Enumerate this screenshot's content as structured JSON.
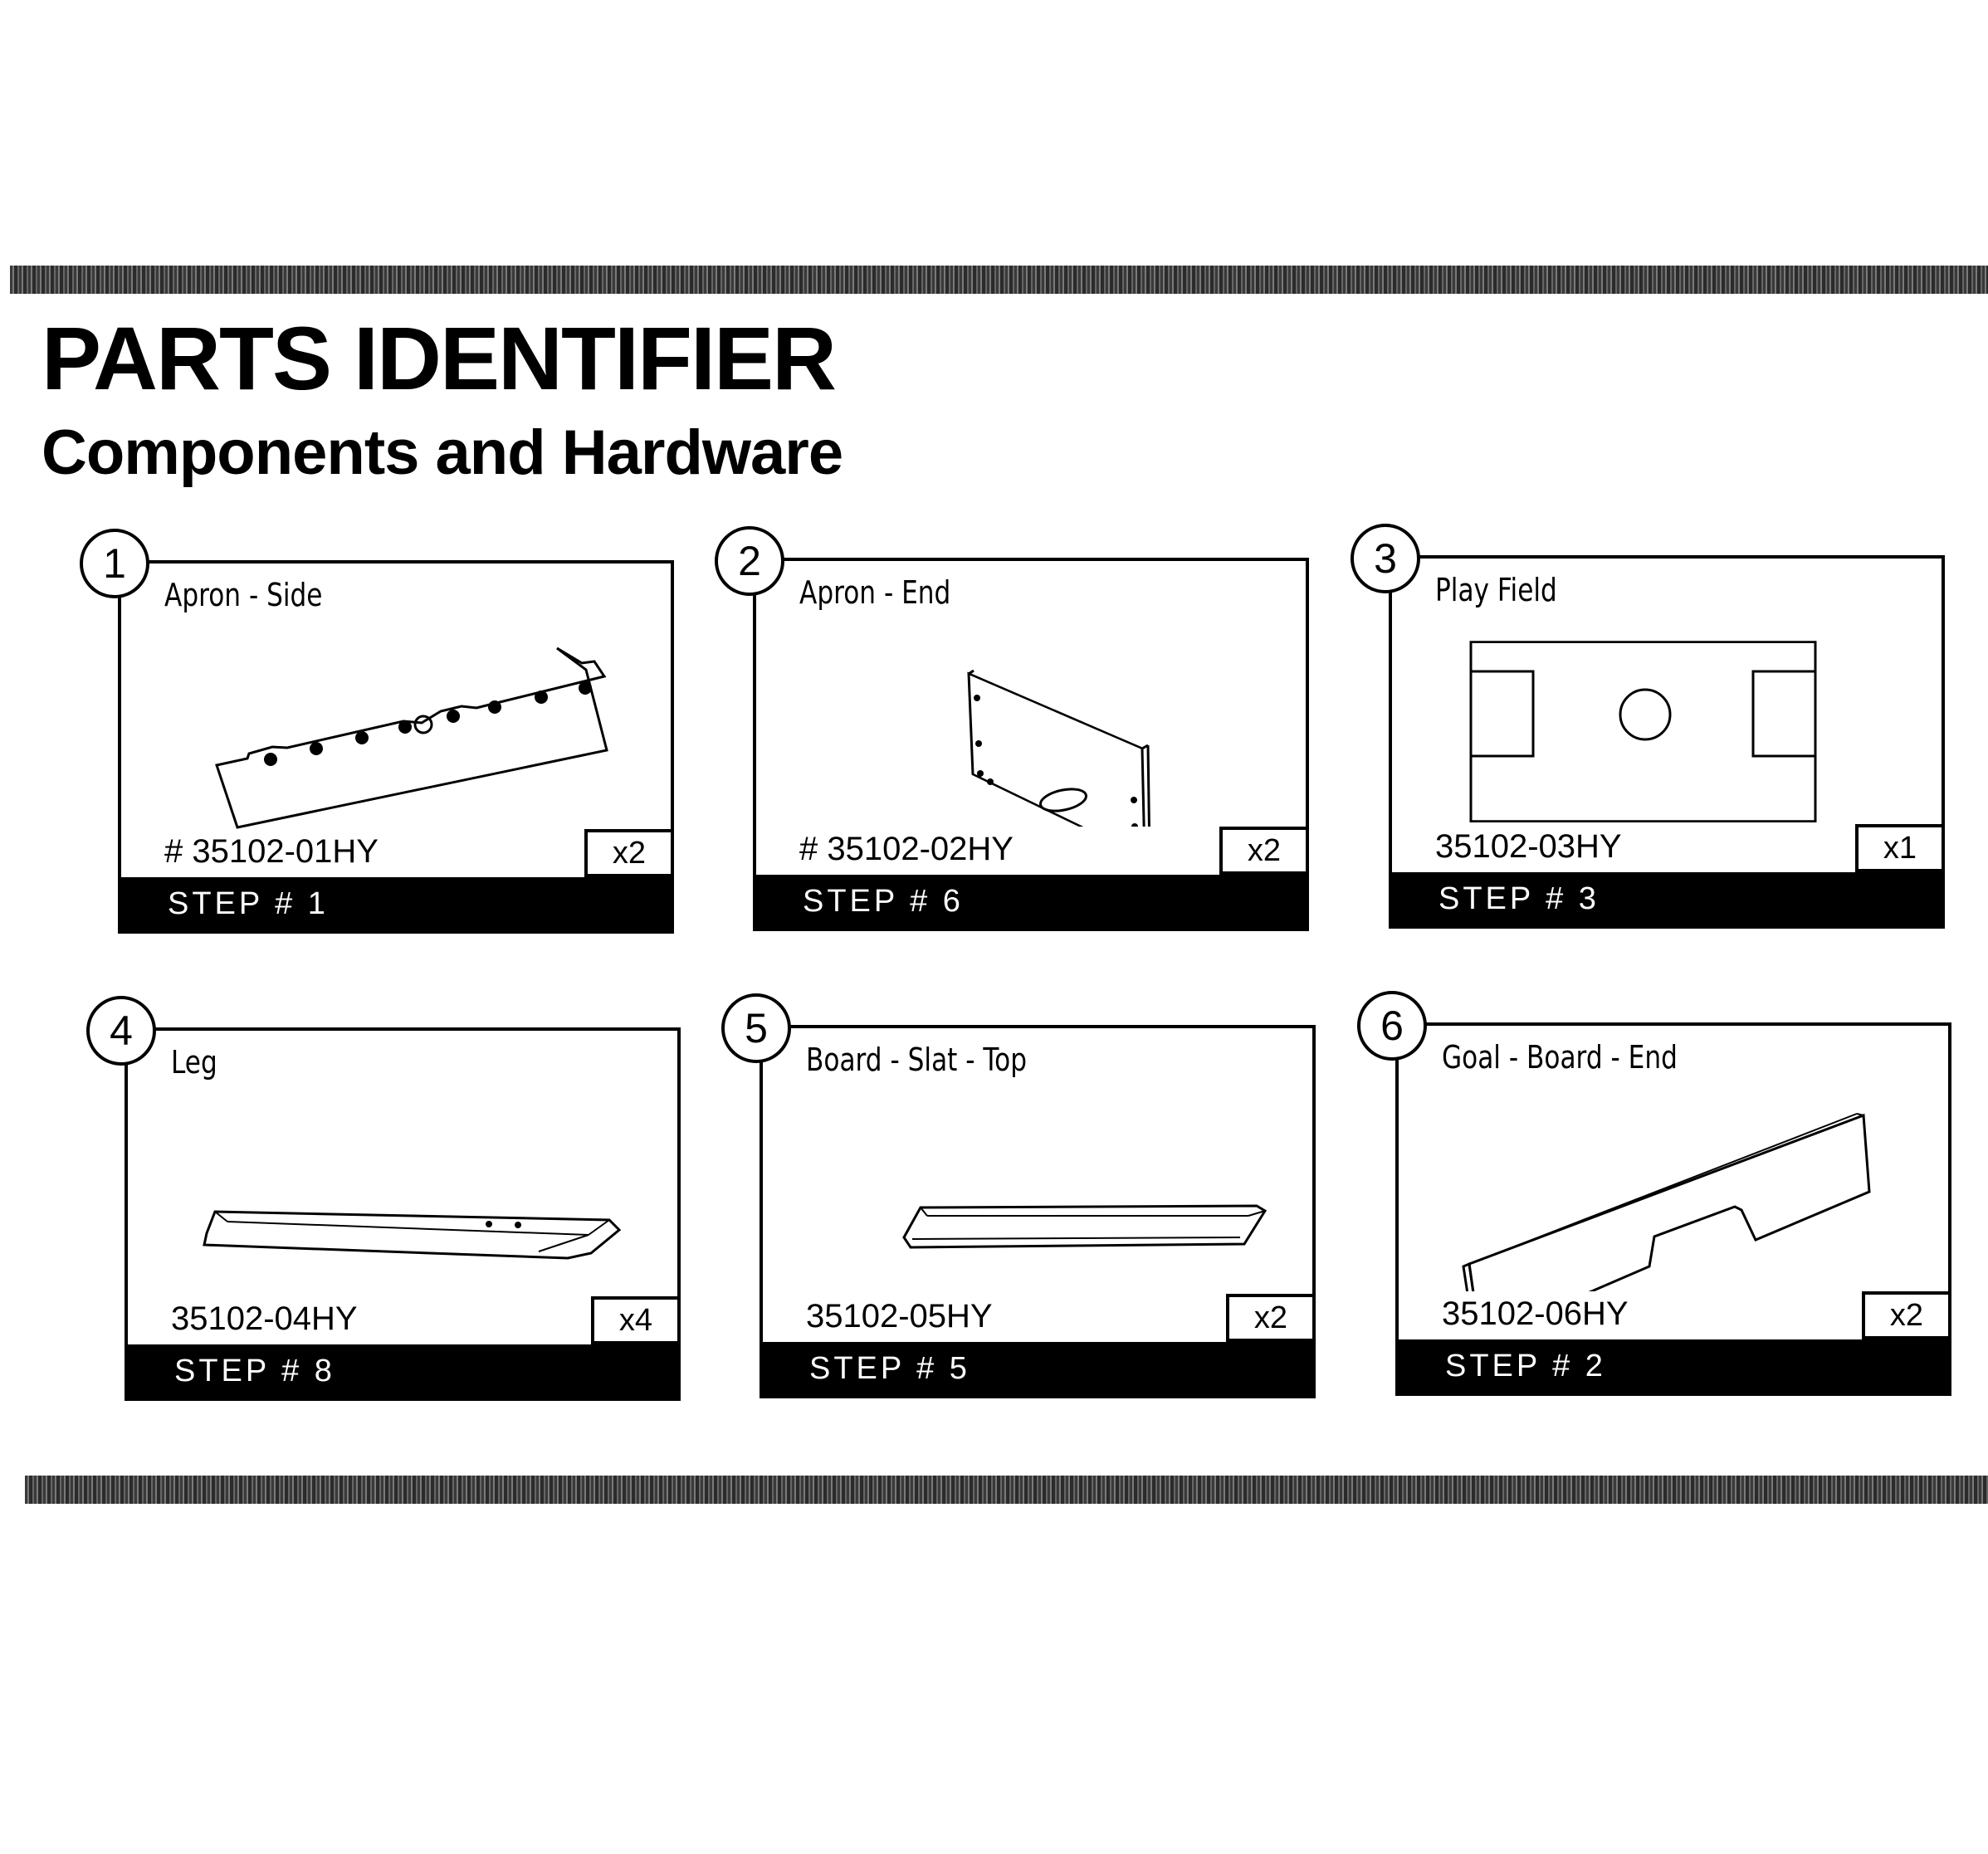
{
  "header": {
    "title": "PARTS IDENTIFIER",
    "subtitle": "Components and Hardware"
  },
  "parts": [
    {
      "number": "1",
      "name": "Apron - Side",
      "part_no": "# 35102-01HY",
      "qty": "x2",
      "step": "STEP # 1"
    },
    {
      "number": "2",
      "name": "Apron - End",
      "part_no": "# 35102-02HY",
      "qty": "x2",
      "step": "STEP # 6"
    },
    {
      "number": "3",
      "name": "Play Field",
      "part_no": "35102-03HY",
      "qty": "x1",
      "step": "STEP # 3"
    },
    {
      "number": "4",
      "name": "Leg",
      "part_no": "35102-04HY",
      "qty": "x4",
      "step": "STEP # 8"
    },
    {
      "number": "5",
      "name": "Board - Slat - Top",
      "part_no": "35102-05HY",
      "qty": "x2",
      "step": "STEP # 5"
    },
    {
      "number": "6",
      "name": "Goal - Board - End",
      "part_no": "35102-06HY",
      "qty": "x2",
      "step": "STEP # 2"
    }
  ]
}
